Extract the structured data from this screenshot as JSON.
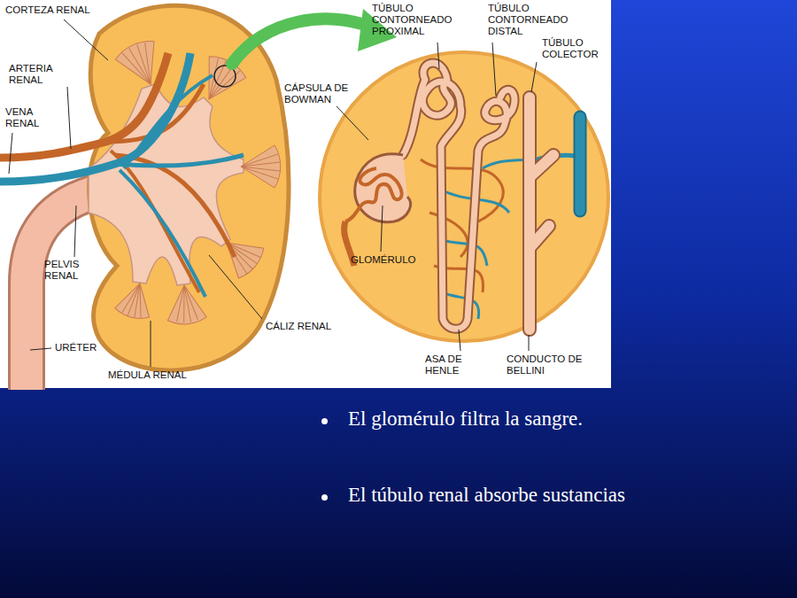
{
  "diagram": {
    "labels": [
      "CORTEZA RENAL",
      "ARTERIA RENAL",
      "VENA RENAL",
      "PELVIS RENAL",
      "URÉTER",
      "MÉDULA RENAL",
      "CÁLIZ RENAL",
      "CÁPSULA DE BOWMAN",
      "TÚBULO CONTORNEADO PROXIMAL",
      "TÚBULO CONTORNEADO DISTAL",
      "TÚBULO COLECTOR",
      "GLOMÉRULO",
      "ASA DE HENLE",
      "CONDUCTO DE BELLINI",
      "El glomérulo filtra la sangre.",
      "El túbulo renal absorbe sustancias"
    ]
  }
}
